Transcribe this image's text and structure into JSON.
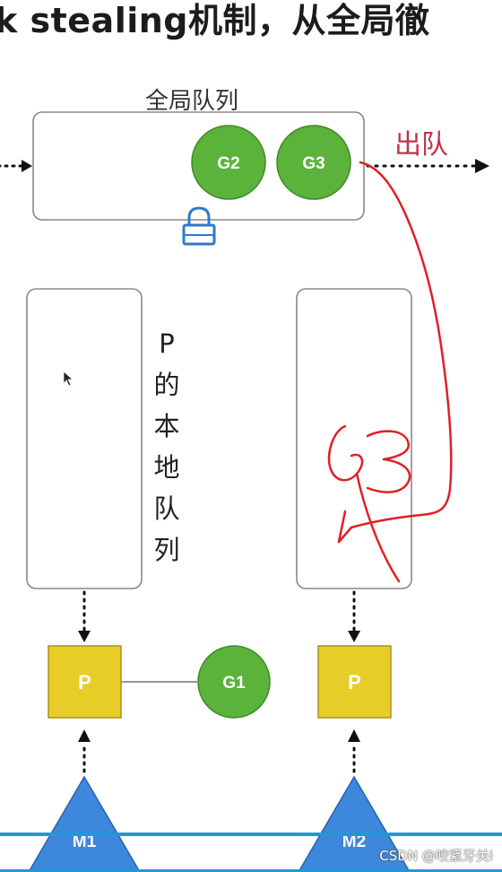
{
  "title": "k stealing机制，从全局徹",
  "global_queue": {
    "label": "全局队列",
    "goroutines": [
      "G2",
      "G3"
    ]
  },
  "dequeue_label": "出队",
  "local_queue_label": [
    "P",
    "的",
    "本",
    "地",
    "队",
    "列"
  ],
  "processors": [
    {
      "label": "P"
    },
    {
      "label": "P"
    }
  ],
  "g1_label": "G1",
  "machines": [
    "M1",
    "M2"
  ],
  "handwritten_note": "G3",
  "watermark": "CSDN @咬紧牙关i",
  "colors": {
    "goroutine_fill": "#5bb33c",
    "processor_fill": "#e8cd28",
    "machine_fill": "#3d87dd",
    "lock_color": "#2f79c9",
    "ink_red": "#e01f27",
    "dequeue_text": "#c0344a",
    "footer_bar": "#1e9bd7"
  },
  "icons": {
    "lock": "lock-icon",
    "cursor": "mouse-cursor-icon"
  }
}
